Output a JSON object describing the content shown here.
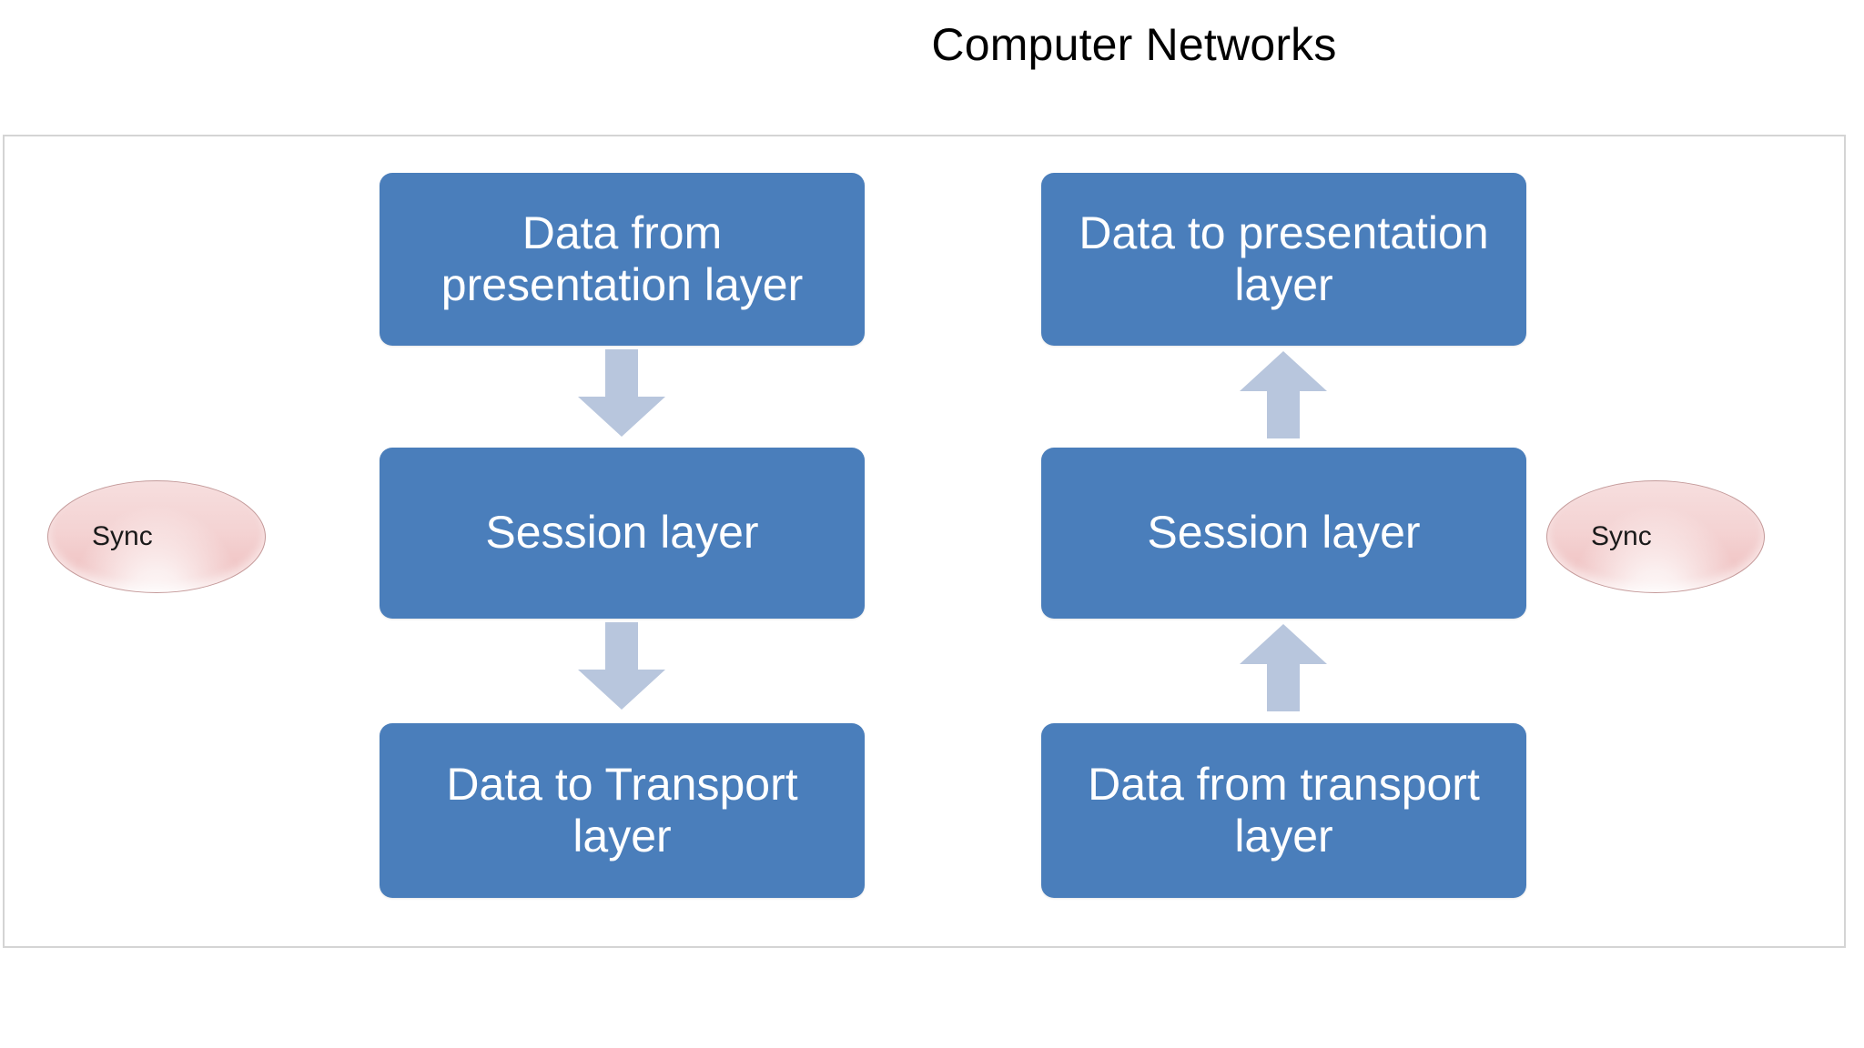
{
  "slide": {
    "title": "Computer Networks"
  },
  "colors": {
    "box_fill": "#4a7ebb",
    "box_text": "#ffffff",
    "arrow_fill": "#b8c6dd",
    "sync_fill": "#f4d3d3",
    "sync_border": "#c49a9a",
    "panel_border": "#d4d4d4",
    "background": "#ffffff",
    "title_text": "#000000"
  },
  "diagram": {
    "left_column": {
      "direction": "downward",
      "boxes": [
        {
          "label": "Data from presentation layer"
        },
        {
          "label": "Session layer"
        },
        {
          "label": "Data to Transport layer"
        }
      ],
      "arrows": [
        {
          "name": "arrow-down-1",
          "direction": "down"
        },
        {
          "name": "arrow-down-2",
          "direction": "down"
        }
      ],
      "sync": {
        "label": "Sync"
      }
    },
    "right_column": {
      "direction": "upward",
      "boxes": [
        {
          "label": "Data to presentation layer"
        },
        {
          "label": "Session layer"
        },
        {
          "label": "Data from transport layer"
        }
      ],
      "arrows": [
        {
          "name": "arrow-up-1",
          "direction": "up"
        },
        {
          "name": "arrow-up-2",
          "direction": "up"
        }
      ],
      "sync": {
        "label": "Sync"
      }
    }
  }
}
